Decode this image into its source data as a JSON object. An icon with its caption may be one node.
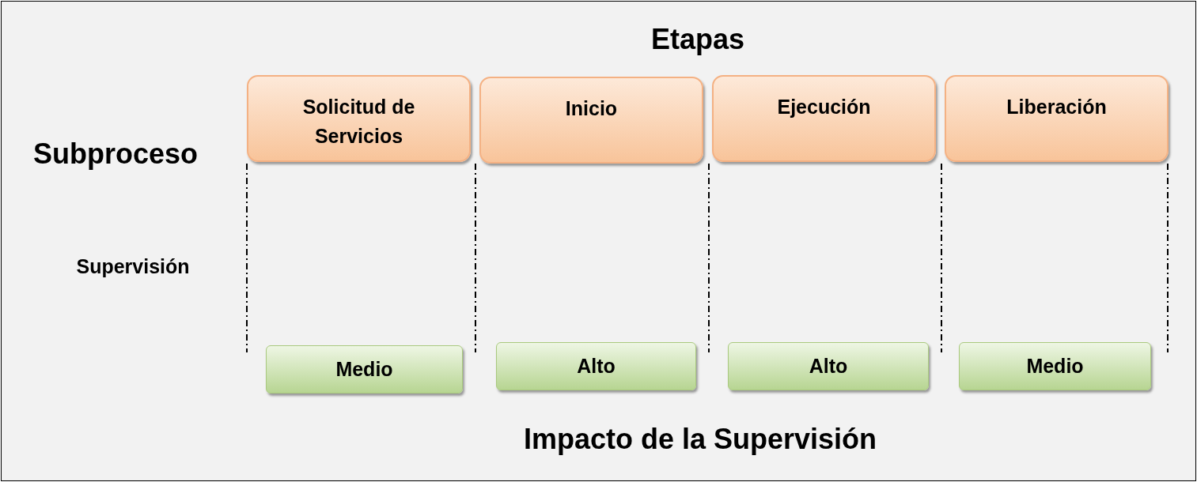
{
  "diagram": {
    "nodes": [
      {
        "text": [
          "Solicitud de Servicios"
        ]
      },
      {
        "text": [
          "Inicio"
        ]
      },
      {
        "text": [
          "Ejecución"
        ]
      },
      {
        "text": [
          "Liberación"
        ]
      },
      {
        "text": [
          "Medio"
        ]
      },
      {
        "text": [
          "Alto"
        ]
      },
      {
        "text": [
          "Alto"
        ]
      },
      {
        "text": [
          "Medio"
        ]
      }
    ],
    "labels": [
      "Etapas",
      "Subproceso",
      "Supervisión",
      "Impacto de la Supervisión"
    ]
  }
}
